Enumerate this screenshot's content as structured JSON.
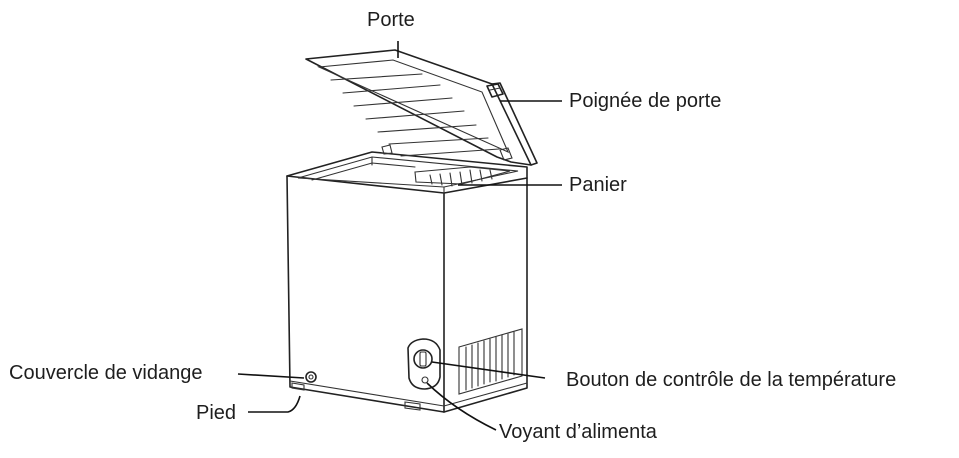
{
  "labels": {
    "door": "Porte",
    "door_handle": "Poignée de porte",
    "basket": "Panier",
    "drain_cover": "Couvercle de vidange",
    "foot": "Pied",
    "temperature_knob": "Bouton de contrôle de la température",
    "power_light": "Voyant d’alimenta"
  }
}
